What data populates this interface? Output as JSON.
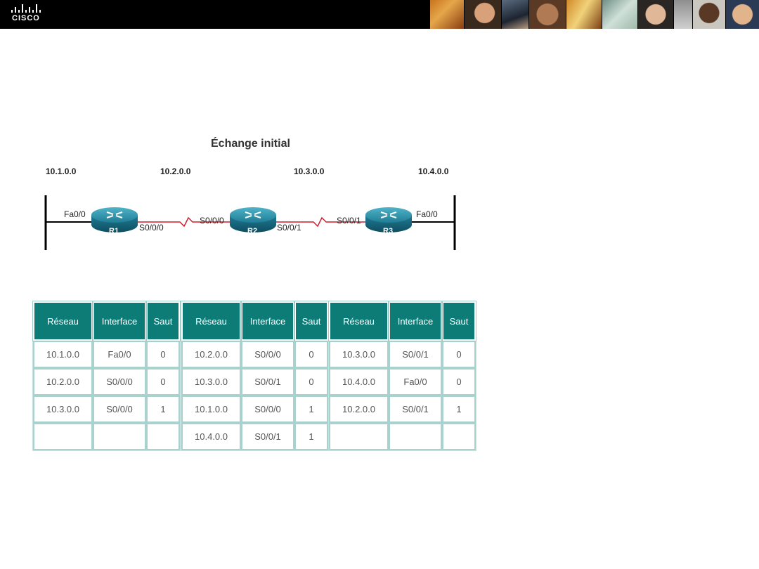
{
  "brand": {
    "name": "CISCO"
  },
  "diagram": {
    "title": "Échange initial",
    "networks": [
      "10.1.0.0",
      "10.2.0.0",
      "10.3.0.0",
      "10.4.0.0"
    ],
    "routers": [
      "R1",
      "R2",
      "R3"
    ],
    "interfaces": {
      "r1_left": "Fa0/0",
      "r1_right": "S0/0/0",
      "r2_left": "S0/0/0",
      "r2_right": "S0/0/1",
      "r3_left": "S0/0/1",
      "r3_right": "Fa0/0"
    }
  },
  "tables": [
    {
      "headers": [
        "Réseau",
        "Interface",
        "Saut"
      ],
      "rows": [
        [
          "10.1.0.0",
          "Fa0/0",
          "0"
        ],
        [
          "10.2.0.0",
          "S0/0/0",
          "0"
        ],
        [
          "10.3.0.0",
          "S0/0/0",
          "1"
        ],
        [
          "",
          "",
          ""
        ]
      ]
    },
    {
      "headers": [
        "Réseau",
        "Interface",
        "Saut"
      ],
      "rows": [
        [
          "10.2.0.0",
          "S0/0/0",
          "0"
        ],
        [
          "10.3.0.0",
          "S0/0/1",
          "0"
        ],
        [
          "10.1.0.0",
          "S0/0/0",
          "1"
        ],
        [
          "10.4.0.0",
          "S0/0/1",
          "1"
        ]
      ]
    },
    {
      "headers": [
        "Réseau",
        "Interface",
        "Saut"
      ],
      "rows": [
        [
          "10.3.0.0",
          "S0/0/1",
          "0"
        ],
        [
          "10.4.0.0",
          "Fa0/0",
          "0"
        ],
        [
          "10.2.0.0",
          "S0/0/1",
          "1"
        ],
        [
          "",
          "",
          ""
        ]
      ]
    }
  ]
}
